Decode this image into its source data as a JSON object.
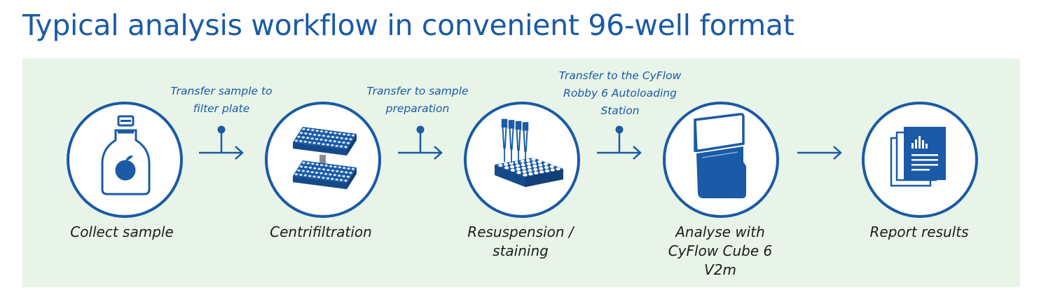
{
  "title": "Typical analysis workflow in convenient 96-well format",
  "colors": {
    "accent": "#1a5aa6",
    "panel_background": "#e8f4e8",
    "label_text": "#1d1d1b"
  },
  "steps": [
    {
      "label": "Collect sample",
      "icon": "sample-bottle-icon"
    },
    {
      "label": "Centrifiltration",
      "icon": "filter-plate-icon"
    },
    {
      "label": "Resuspension / staining",
      "icon": "pipette-plate-icon"
    },
    {
      "label": "Analyse with CyFlow Cube 6 V2m",
      "icon": "cytometer-icon"
    },
    {
      "label": "Report results",
      "icon": "report-documents-icon"
    }
  ],
  "transfers": [
    {
      "label": "Transfer sample to filter plate"
    },
    {
      "label": "Transfer to sample preparation"
    },
    {
      "label": "Transfer to the CyFlow Robby 6 Autoloading Station"
    },
    {
      "label": ""
    }
  ]
}
